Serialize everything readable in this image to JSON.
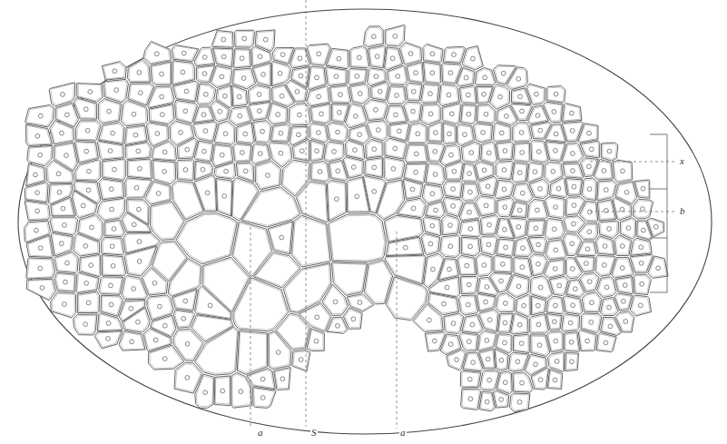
{
  "diagram": {
    "labels": [
      "a",
      "S",
      "a",
      "x",
      "b"
    ]
  }
}
